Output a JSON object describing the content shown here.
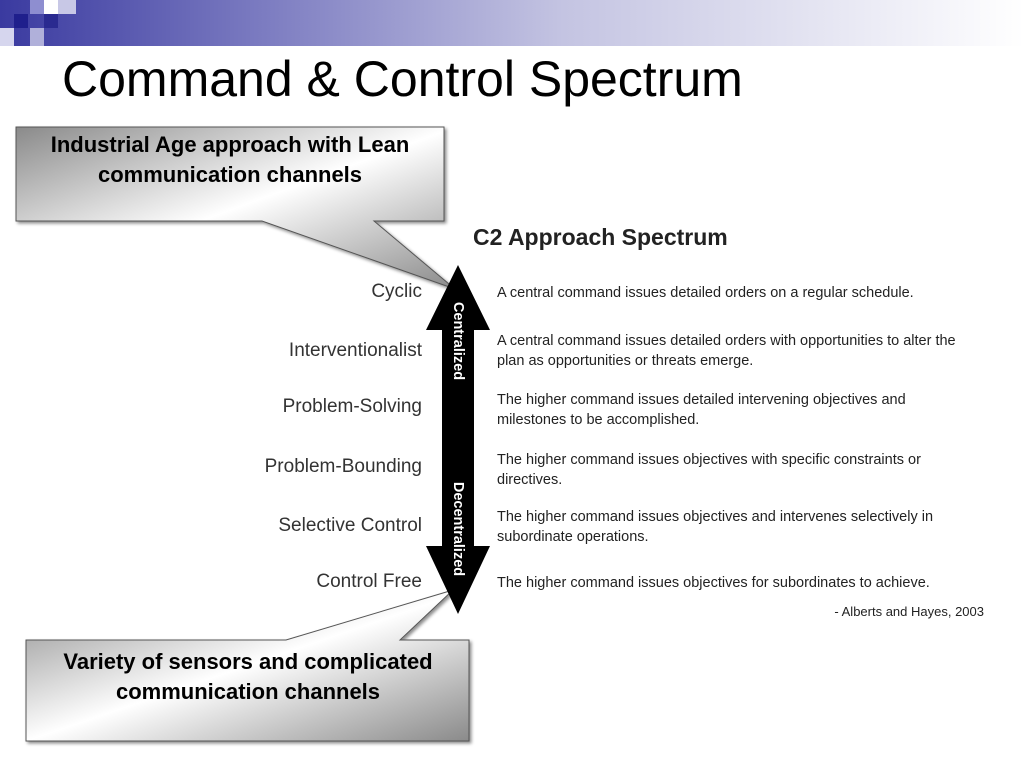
{
  "slide": {
    "title": "Command & Control Spectrum"
  },
  "callouts": {
    "top": "Industrial Age approach with Lean communication channels",
    "bottom": "Variety of sensors and complicated communication channels"
  },
  "spectrum": {
    "title": "C2 Approach Spectrum",
    "arrow_labels": {
      "top": "Centralized",
      "bottom": "Decentralized"
    },
    "approaches": [
      {
        "label": "Cyclic",
        "description": "A central command issues detailed orders on a regular schedule."
      },
      {
        "label": "Interventionalist",
        "description": "A central command issues detailed orders with opportunities to alter the plan as opportunities or threats emerge."
      },
      {
        "label": "Problem-Solving",
        "description": "The higher command issues detailed intervening objectives and milestones to be accomplished."
      },
      {
        "label": "Problem-Bounding",
        "description": "The higher command issues objectives with specific constraints or directives."
      },
      {
        "label": "Selective Control",
        "description": "The higher command issues objectives and intervenes selectively in subordinate operations."
      },
      {
        "label": "Control Free",
        "description": "The higher command issues objectives for subordinates to achieve."
      }
    ],
    "citation": "- Alberts and Hayes, 2003"
  }
}
